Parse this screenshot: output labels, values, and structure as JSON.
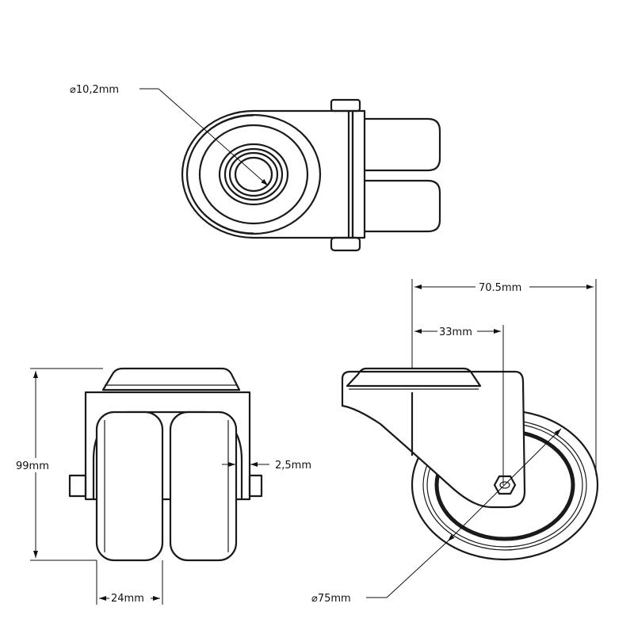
{
  "dimensions": {
    "bolt_hole": "⌀10,2mm",
    "height": "99mm",
    "wheel_width": "24mm",
    "wheel_gap": "2,5mm",
    "overall_length": "70.5mm",
    "offset": "33mm",
    "wheel_diameter": "⌀75mm"
  }
}
